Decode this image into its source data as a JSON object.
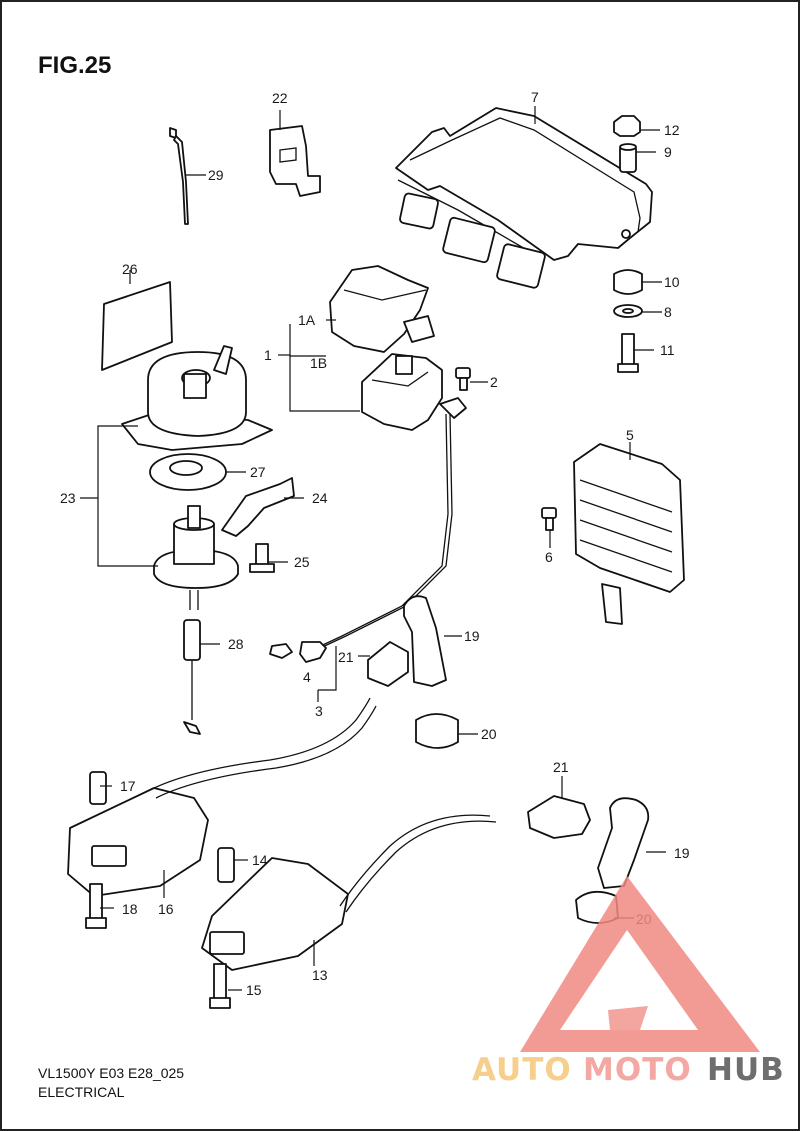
{
  "figure": {
    "title": "FIG.25",
    "model_code": "VL1500Y E03 E28_025",
    "section": "ELECTRICAL"
  },
  "callouts": {
    "c1": "1",
    "c1A": "1A",
    "c1B": "1B",
    "c2": "2",
    "c3": "3",
    "c4": "4",
    "c5": "5",
    "c6": "6",
    "c7": "7",
    "c8": "8",
    "c9": "9",
    "c10": "10",
    "c11": "11",
    "c12": "12",
    "c13": "13",
    "c14": "14",
    "c15": "15",
    "c16": "16",
    "c17": "17",
    "c18": "18",
    "c19a": "19",
    "c19b": "19",
    "c20a": "20",
    "c20b": "20",
    "c21a": "21",
    "c21b": "21",
    "c22": "22",
    "c23": "23",
    "c24": "24",
    "c25": "25",
    "c26": "26",
    "c27": "27",
    "c28": "28",
    "c29": "29"
  },
  "watermark": {
    "part1": "AUTO",
    "part2": "MOTO",
    "part3": "HUB",
    "colors": {
      "auto": "#f6c77a",
      "moto": "#f19a94",
      "hub": "#555555",
      "triangle": "#f08a82"
    }
  }
}
